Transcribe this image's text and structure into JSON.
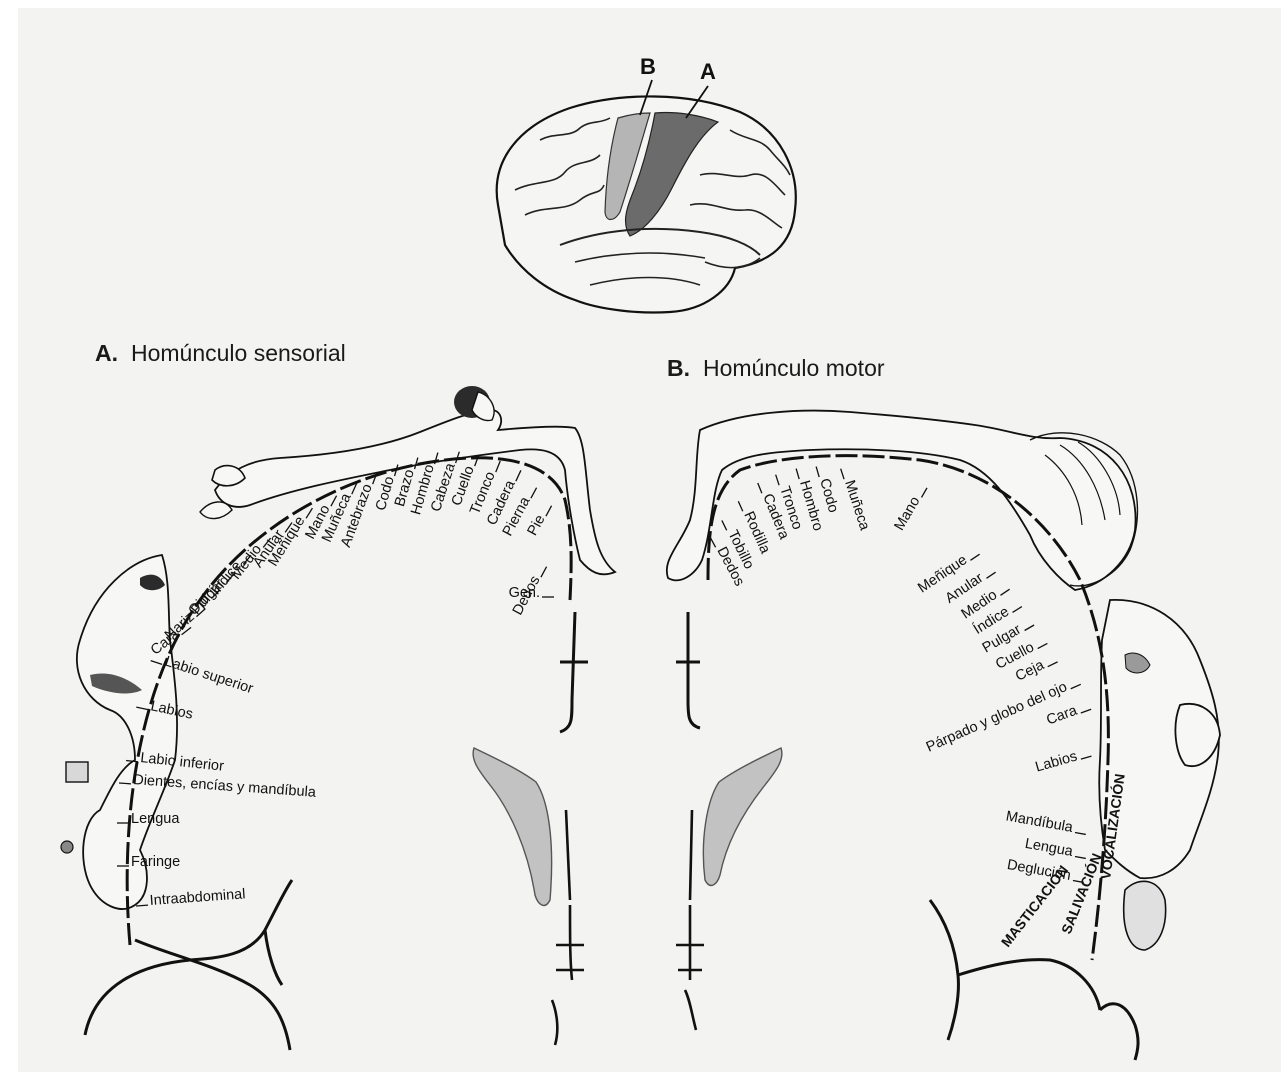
{
  "brain": {
    "label_b": "B",
    "label_a": "A"
  },
  "sensory": {
    "title_letter": "A.",
    "title_text": "Homúnculo sensorial",
    "labels": [
      "Gen.",
      "Dedos",
      "Pie",
      "Pierna",
      "Cadera",
      "Tronco",
      "Cuello",
      "Cabeza",
      "Hombro",
      "Brazo",
      "Codo",
      "Antebrazo",
      "Muñeca",
      "Mano",
      "Meñique",
      "Anular",
      "Medio",
      "Índice",
      "Pulgar",
      "Ojo",
      "Nariz",
      "Cara",
      "Labio superior",
      "Labios",
      "Labio inferior",
      "Dientes, encías y mandíbula",
      "Lengua",
      "Faringe",
      "Intraabdominal"
    ]
  },
  "motor": {
    "title_letter": "B.",
    "title_text": "Homúnculo motor",
    "labels": [
      "Dedos",
      "Tobillo",
      "Rodilla",
      "Cadera",
      "Tronco",
      "Hombro",
      "Codo",
      "Muñeca",
      "Mano",
      "Meñique",
      "Anular",
      "Medio",
      "Índice",
      "Pulgar",
      "Cuello",
      "Ceja",
      "Párpado y globo del ojo",
      "Cara",
      "Labios",
      "Mandíbula",
      "Lengua",
      "Deglución"
    ],
    "arc_labels": [
      "VOCALIZACIÓN",
      "SALIVACIÓN",
      "MASTICACIÓN"
    ]
  },
  "colors": {
    "paper": "#f3f3f1",
    "ink": "#111111",
    "cortex_light": "#b5b5b5",
    "cortex_dark": "#6b6b6b",
    "figure_fill": "#f7f7f5"
  }
}
